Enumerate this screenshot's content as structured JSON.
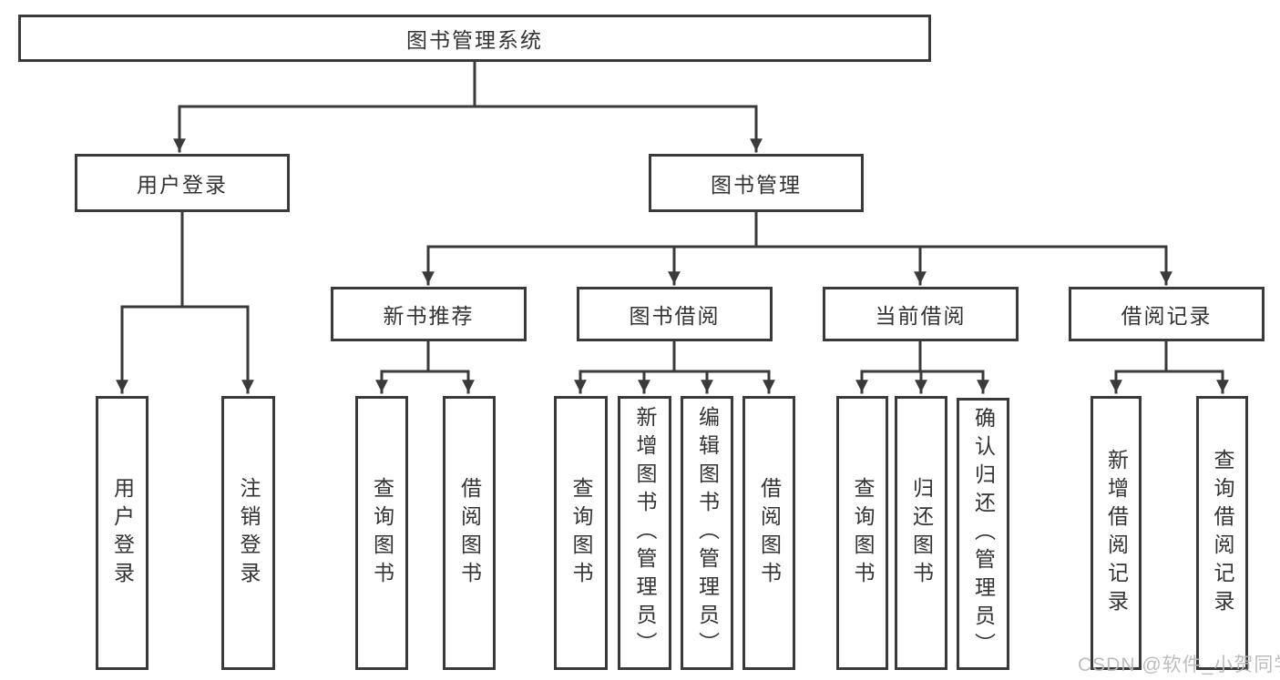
{
  "diagram": {
    "root": {
      "label": "图书管理系统"
    },
    "level2": [
      {
        "label": "用户登录"
      },
      {
        "label": "图书管理"
      }
    ],
    "level3": [
      {
        "label": "新书推荐",
        "parent": "图书管理"
      },
      {
        "label": "图书借阅",
        "parent": "图书管理"
      },
      {
        "label": "当前借阅",
        "parent": "图书管理"
      },
      {
        "label": "借阅记录",
        "parent": "图书管理"
      }
    ],
    "level4": [
      {
        "label": "用户登录",
        "parent": "用户登录"
      },
      {
        "label": "注销登录",
        "parent": "用户登录"
      },
      {
        "label": "查询图书",
        "parent": "新书推荐"
      },
      {
        "label": "借阅图书",
        "parent": "新书推荐"
      },
      {
        "label": "查询图书",
        "parent": "图书借阅"
      },
      {
        "label": "新增图书（管理员）",
        "parent": "图书借阅"
      },
      {
        "label": "编辑图书（管理员）",
        "parent": "图书借阅"
      },
      {
        "label": "借阅图书",
        "parent": "图书借阅"
      },
      {
        "label": "查询图书",
        "parent": "当前借阅"
      },
      {
        "label": "归还图书",
        "parent": "当前借阅"
      },
      {
        "label": "确认归还（管理员）",
        "parent": "当前借阅"
      },
      {
        "label": "新增借阅记录",
        "parent": "借阅记录"
      },
      {
        "label": "查询借阅记录",
        "parent": "借阅记录"
      }
    ]
  },
  "watermark": {
    "text": "CSDN @软件_小贺同学"
  },
  "colors": {
    "line": "#3a3a3a",
    "box_border": "#3a3a3a",
    "text": "#333333",
    "watermark": "#b9b9b9",
    "background": "#ffffff"
  }
}
